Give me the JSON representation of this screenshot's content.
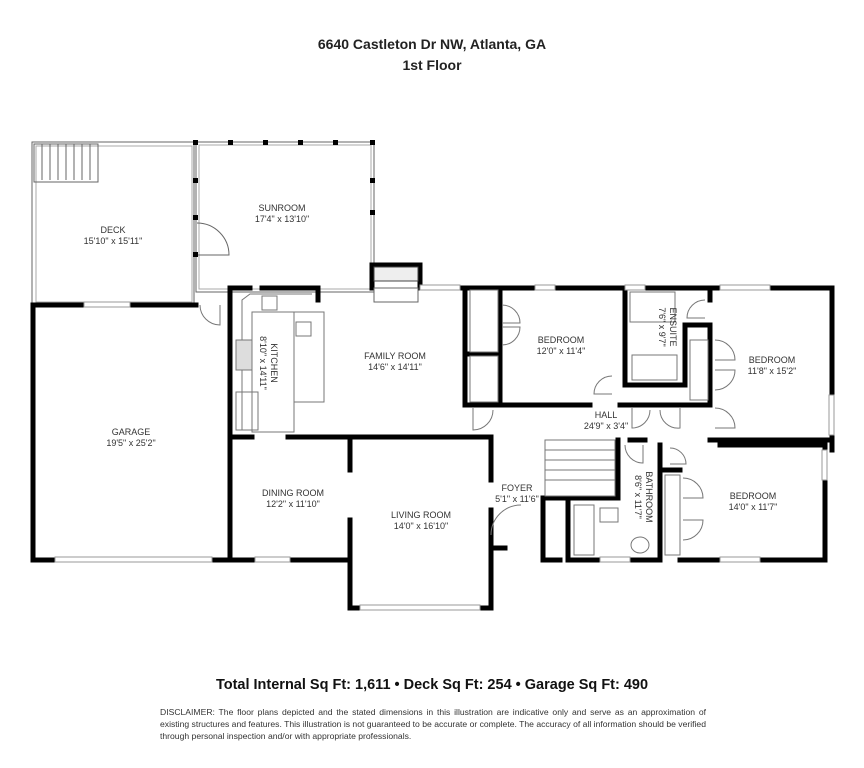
{
  "header": {
    "address": "6640 Castleton Dr NW, Atlanta, GA",
    "floor": "1st Floor"
  },
  "rooms": [
    {
      "id": "deck",
      "name": "DECK",
      "dims": "15'10\" x 15'11\""
    },
    {
      "id": "sunroom",
      "name": "SUNROOM",
      "dims": "17'4\" x 13'10\""
    },
    {
      "id": "kitchen",
      "name": "KITCHEN",
      "dims": "8'10\" x 14'11\""
    },
    {
      "id": "family_room",
      "name": "FAMILY ROOM",
      "dims": "14'6\" x 14'11\""
    },
    {
      "id": "bedroom1",
      "name": "BEDROOM",
      "dims": "12'0\" x 11'4\""
    },
    {
      "id": "ensuite",
      "name": "ENSUITE",
      "dims": "7'6\" x 9'7\""
    },
    {
      "id": "bedroom2",
      "name": "BEDROOM",
      "dims": "11'8\" x 15'2\""
    },
    {
      "id": "hall",
      "name": "HALL",
      "dims": "24'9\" x 3'4\""
    },
    {
      "id": "garage",
      "name": "GARAGE",
      "dims": "19'5\" x 25'2\""
    },
    {
      "id": "dining_room",
      "name": "DINING ROOM",
      "dims": "12'2\" x 11'10\""
    },
    {
      "id": "living_room",
      "name": "LIVING ROOM",
      "dims": "14'0\" x 16'10\""
    },
    {
      "id": "foyer",
      "name": "FOYER",
      "dims": "5'1\" x 11'6\""
    },
    {
      "id": "bathroom",
      "name": "BATHROOM",
      "dims": "8'6\" x 11'7\""
    },
    {
      "id": "bedroom3",
      "name": "BEDROOM",
      "dims": "14'0\" x 11'7\""
    }
  ],
  "footer": {
    "summary": "Total Internal Sq Ft: 1,611 • Deck Sq Ft: 254 • Garage Sq Ft: 490",
    "disclaimer": "DISCLAIMER: The floor plans depicted and the stated dimensions in this illustration are indicative only and serve as an approximation of existing structures and features. This illustration is not guaranteed to be accurate or complete. The accuracy of all information should be verified through personal inspection and/or with appropriate professionals."
  },
  "colors": {
    "wall": "#000000",
    "thin_line": "#555555",
    "window": "#bbbbbb",
    "text": "#333333"
  }
}
